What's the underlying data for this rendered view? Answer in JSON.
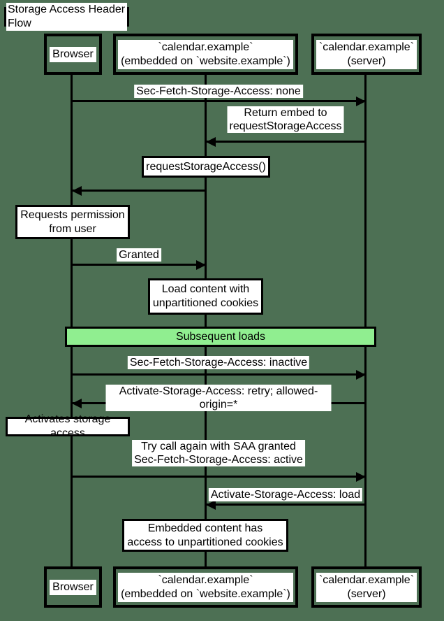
{
  "colors": {
    "background": "#4d7054",
    "stroke": "#000000",
    "fill": "#ffffff",
    "divider_fill": "#90ee90"
  },
  "title": "Storage Access Header Flow",
  "actors": {
    "browser": "Browser",
    "embedded": "`calendar.example`\n(embedded on `website.example`)",
    "server": "`calendar.example`\n(server)"
  },
  "messages": {
    "sfsa_none": "Sec-Fetch-Storage-Access: none",
    "return_embed": "Return embed to\nrequestStorageAccess",
    "granted": "Granted",
    "sfsa_inactive": "Sec-Fetch-Storage-Access: inactive",
    "asa_retry": "Activate-Storage-Access: retry; allowed-origin=*",
    "try_again": "Try call again with SAA granted\nSec-Fetch-Storage-Access: active",
    "asa_load": "Activate-Storage-Access: load"
  },
  "notes": {
    "request_storage_access": "requestStorageAccess()",
    "requests_permission": "Requests permission\nfrom user",
    "load_content": "Load content with\nunpartitioned cookies",
    "activates_storage": "Activates storage access",
    "embedded_content": "Embedded content has\naccess to unpartitioned cookies"
  },
  "divider": "Subsequent loads"
}
